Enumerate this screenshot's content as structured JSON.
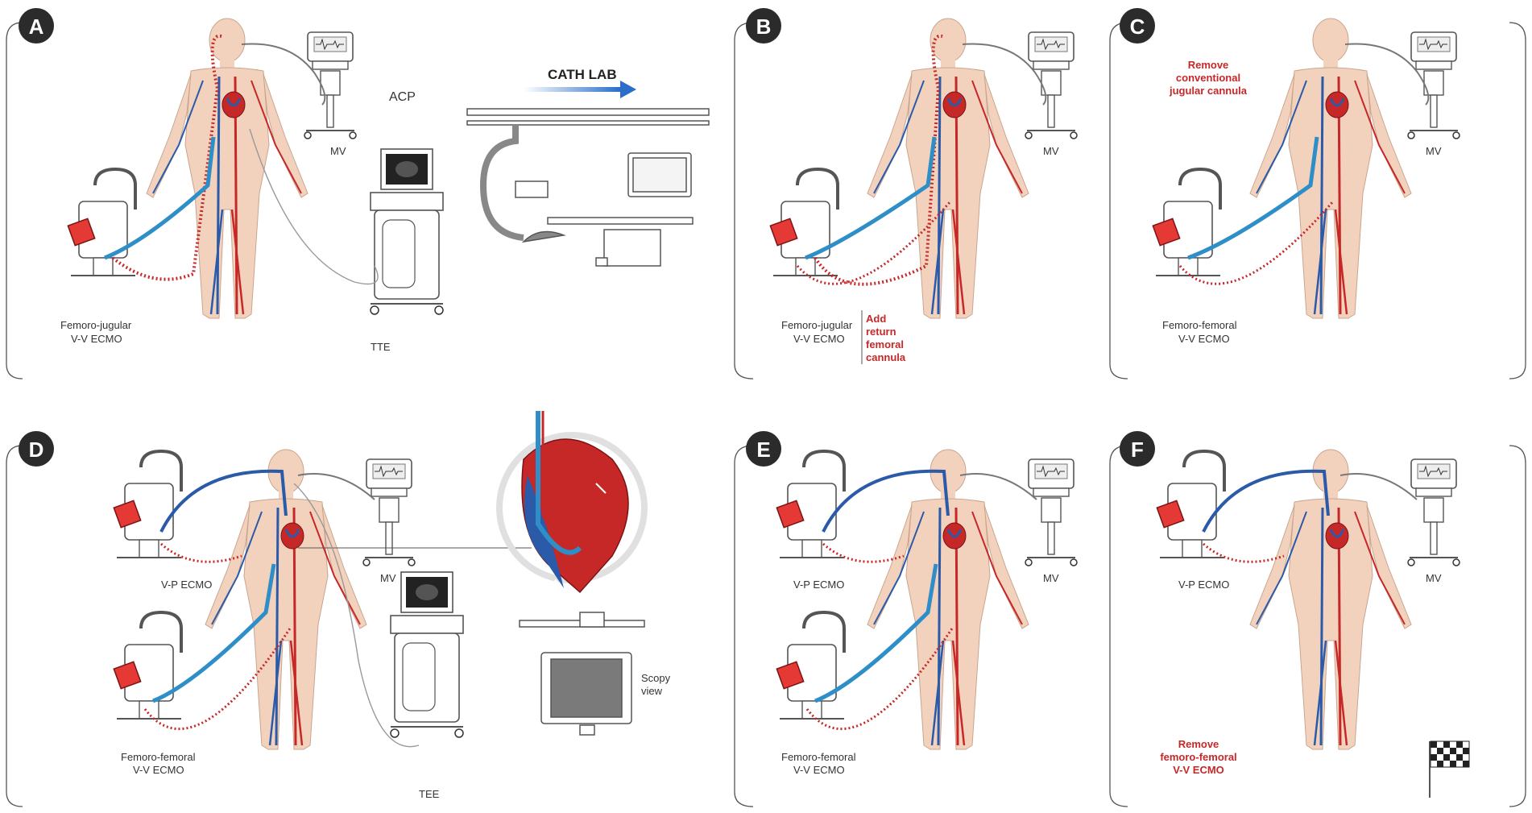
{
  "panels": [
    {
      "id": "A",
      "letter": "A",
      "ecmo_label": [
        "Femoro-jugular",
        "V-V ECMO"
      ],
      "mv": "MV",
      "extra": {
        "acp": "ACP",
        "tte": "TTE",
        "cath_lab": "CATH LAB"
      }
    },
    {
      "id": "B",
      "letter": "B",
      "ecmo_label": [
        "Femoro-jugular",
        "V-V ECMO"
      ],
      "mv": "MV",
      "note": [
        "Add",
        "return",
        "femoral",
        "cannula"
      ]
    },
    {
      "id": "C",
      "letter": "C",
      "ecmo_label": [
        "Femoro-femoral",
        "V-V ECMO"
      ],
      "mv": "MV",
      "note": [
        "Remove",
        "conventional",
        "jugular cannula"
      ]
    },
    {
      "id": "D",
      "letter": "D",
      "ecmo_label": [
        "V-P ECMO"
      ],
      "ecmo_label2": [
        "Femoro-femoral",
        "V-V ECMO"
      ],
      "mv": "MV",
      "extra": {
        "tee": "TEE",
        "scopy": [
          "Scopy",
          "view"
        ]
      }
    },
    {
      "id": "E",
      "letter": "E",
      "ecmo_label": [
        "V-P ECMO"
      ],
      "ecmo_label2": [
        "Femoro-femoral",
        "V-V ECMO"
      ],
      "mv": "MV"
    },
    {
      "id": "F",
      "letter": "F",
      "ecmo_label": [
        "V-P ECMO"
      ],
      "mv": "MV",
      "note": [
        "Remove",
        "femoro-femoral",
        "V-V ECMO"
      ]
    }
  ],
  "colors": {
    "red": "#c62828",
    "blue": "#2e8fc8",
    "skin": "#f3d2bd",
    "dark": "#333333"
  }
}
